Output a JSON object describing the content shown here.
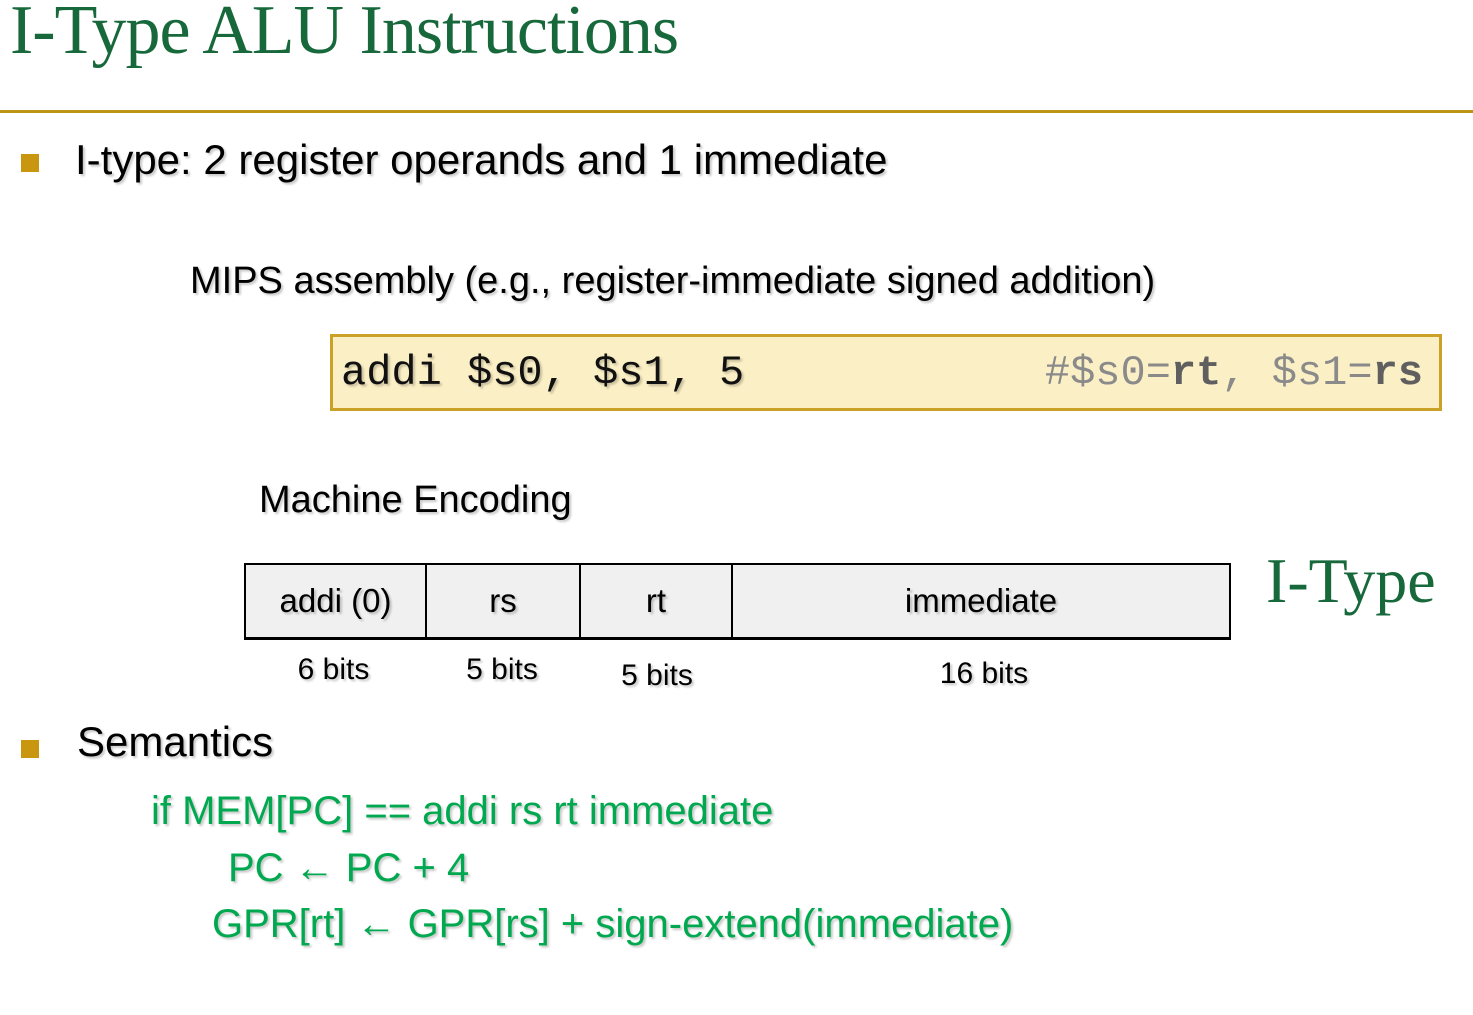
{
  "title": "I-Type ALU Instructions",
  "bullet1": {
    "label": "I-type: 2 register operands and 1 immediate"
  },
  "assembly": {
    "caption": "MIPS assembly (e.g., register-immediate signed addition)",
    "code": "addi $s0, $s1, 5",
    "comment": {
      "seg1": "#$s0=",
      "bold1": "rt",
      "seg2": ", ",
      "seg3": "$s1=",
      "bold2": "rs"
    }
  },
  "encoding": {
    "caption": "Machine Encoding",
    "type_label": "I-Type",
    "fields": [
      {
        "label": "addi (0)",
        "bits": "6 bits"
      },
      {
        "label": "rs",
        "bits": "5 bits"
      },
      {
        "label": "rt",
        "bits": "5 bits"
      },
      {
        "label": "immediate",
        "bits": "16 bits"
      }
    ]
  },
  "semantics": {
    "label": "Semantics",
    "lines": [
      "if MEM[PC] == addi rs rt immediate",
      "PC ← PC + 4",
      "GPR[rt] ← GPR[rs] + sign-extend(immediate)"
    ]
  },
  "colors": {
    "title_green": "#17693C",
    "accent_gold": "#BD9313",
    "bullet_gold": "#C8960F",
    "code_bg": "#FBEFC5",
    "code_border": "#C9A227",
    "comment_gray": "#8A8A8A",
    "comment_bold_gray": "#5F5F5F",
    "semantics_green": "#00A94F",
    "cell_bg": "#F0F0F0"
  }
}
